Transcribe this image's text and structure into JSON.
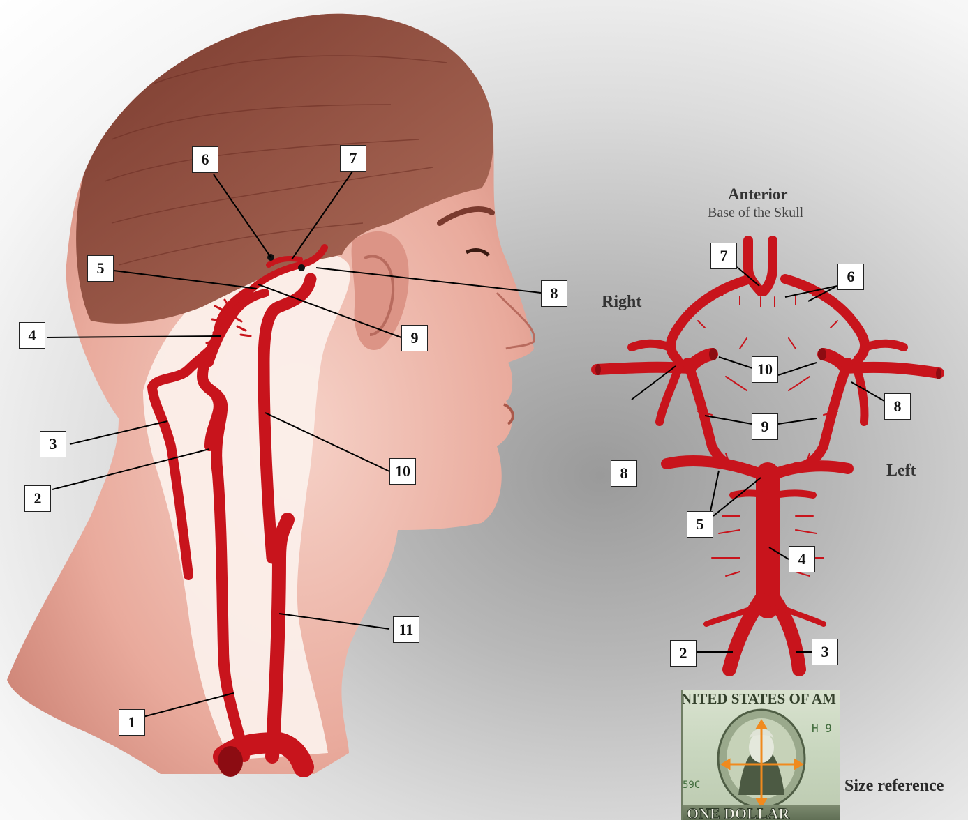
{
  "left_labels": [
    "6",
    "7",
    "5",
    "8",
    "4",
    "9",
    "3",
    "10",
    "2",
    "11",
    "1"
  ],
  "right_heading": {
    "anterior": "Anterior",
    "base": "Base of the Skull",
    "right": "Right",
    "left": "Left"
  },
  "right_labels": [
    "7",
    "6",
    "10",
    "8",
    "9",
    "8",
    "5",
    "4",
    "2",
    "3"
  ],
  "bill": {
    "top_text": "NITED STATES OF AM",
    "bottom_text": "ONE DOLLAR"
  },
  "size_reference": "Size reference",
  "colors": {
    "artery": "#c8141c",
    "skin": "#e8aca0",
    "hair": "#8a4a3c",
    "label_bg": "#ffffff"
  }
}
